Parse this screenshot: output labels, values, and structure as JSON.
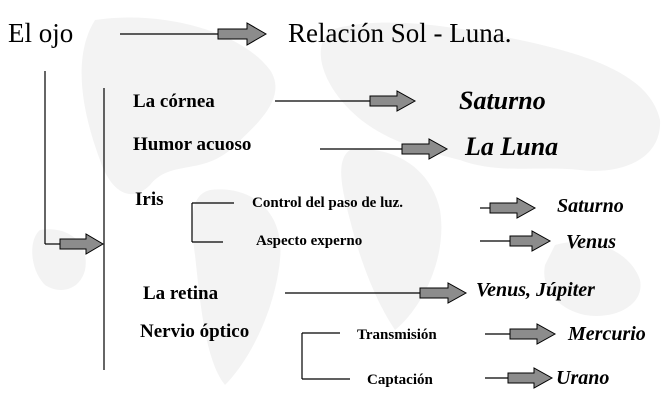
{
  "title": {
    "left": "El ojo",
    "right": "Relación Sol - Luna."
  },
  "items": [
    {
      "part": "La córnea",
      "planet": "Saturno"
    },
    {
      "part": "Humor acuoso",
      "planet": "La Luna"
    },
    {
      "part": "Iris",
      "sub": [
        {
          "label": "Control del paso de luz.",
          "planet": "Saturno"
        },
        {
          "label": "Aspecto experno",
          "planet": "Venus"
        }
      ]
    },
    {
      "part": "La retina",
      "planet": "Venus, Júpiter"
    },
    {
      "part": "Nervio óptico",
      "sub": [
        {
          "label": "Transmisión",
          "planet": "Mercurio"
        },
        {
          "label": "Captación",
          "planet": "Urano"
        }
      ]
    }
  ],
  "colors": {
    "arrow_fill": "#8c8c8c",
    "line": "#000000",
    "map_bg": "#f2f2f2"
  }
}
